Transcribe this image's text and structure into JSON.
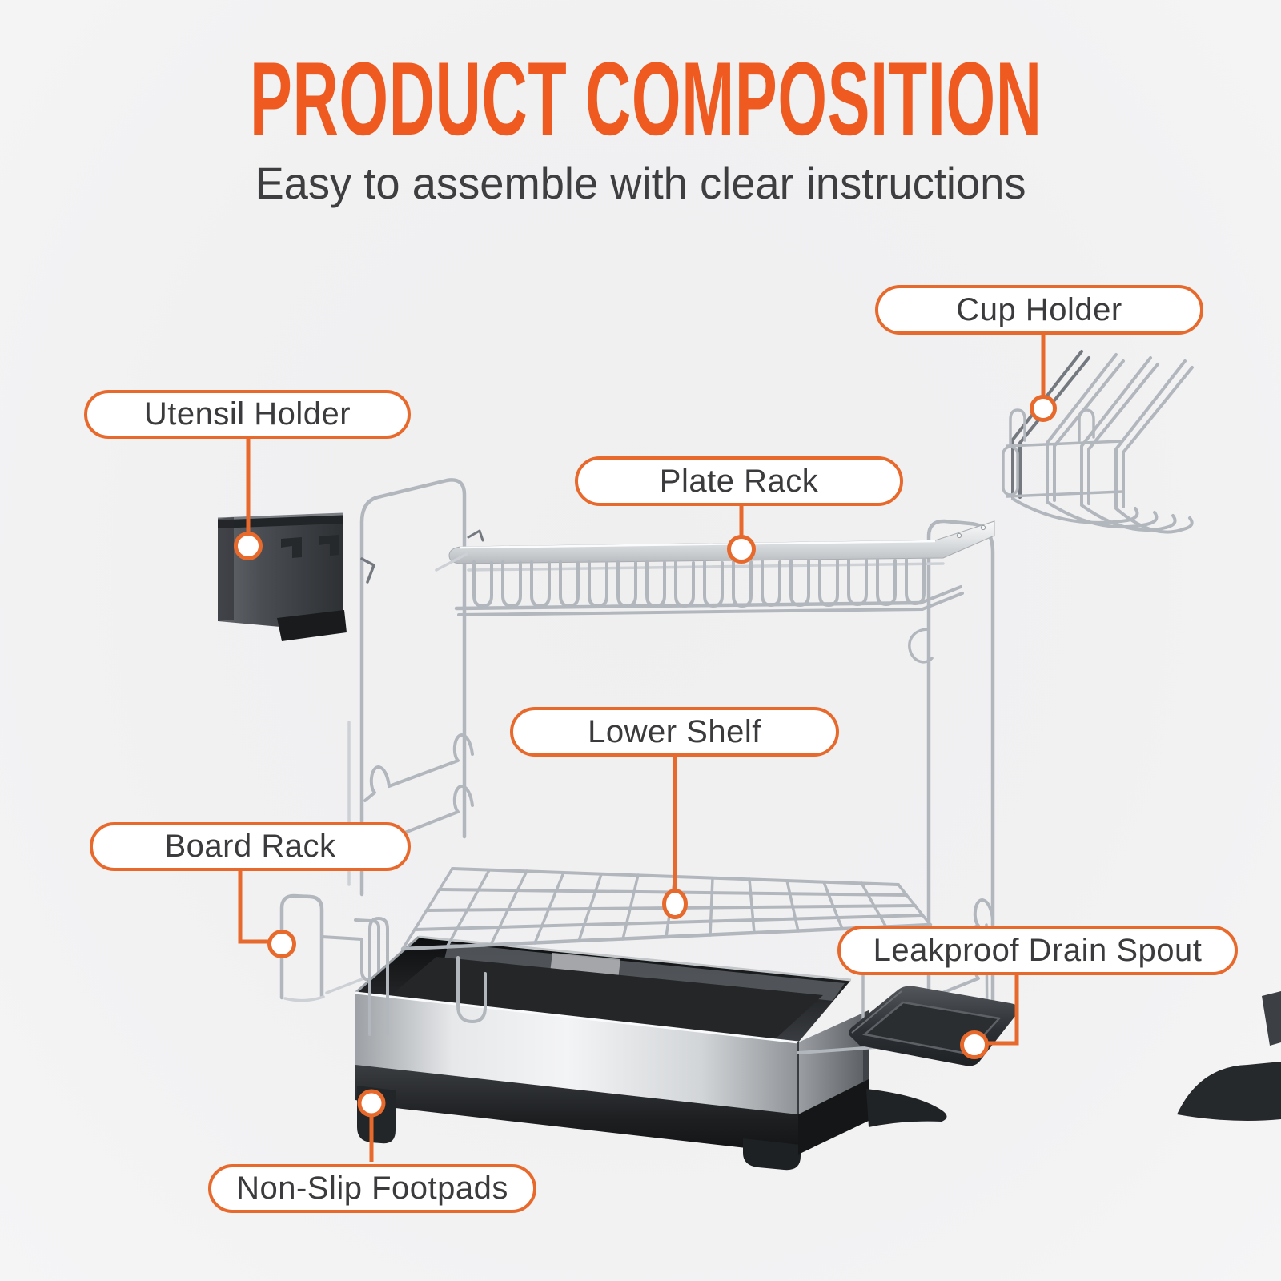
{
  "theme": {
    "background": "#f1f1f2",
    "accent": "#e8692c",
    "title_color": "#ef5a20",
    "subtitle_color": "#3e3e40",
    "label_text_color": "#3b3b3d",
    "steel_color": "#b2b7bd",
    "plastic_color": "#2c2f33"
  },
  "header": {
    "title": "PRODUCT COMPOSITION",
    "subtitle": "Easy to assemble with clear instructions"
  },
  "callouts": [
    {
      "id": "cup-holder",
      "label": "Cup Holder"
    },
    {
      "id": "utensil-holder",
      "label": "Utensil Holder"
    },
    {
      "id": "plate-rack",
      "label": "Plate Rack"
    },
    {
      "id": "lower-shelf",
      "label": "Lower Shelf"
    },
    {
      "id": "board-rack",
      "label": "Board Rack"
    },
    {
      "id": "drain-spout",
      "label": "Leakproof Drain Spout"
    },
    {
      "id": "footpads",
      "label": "Non-Slip Footpads"
    }
  ]
}
